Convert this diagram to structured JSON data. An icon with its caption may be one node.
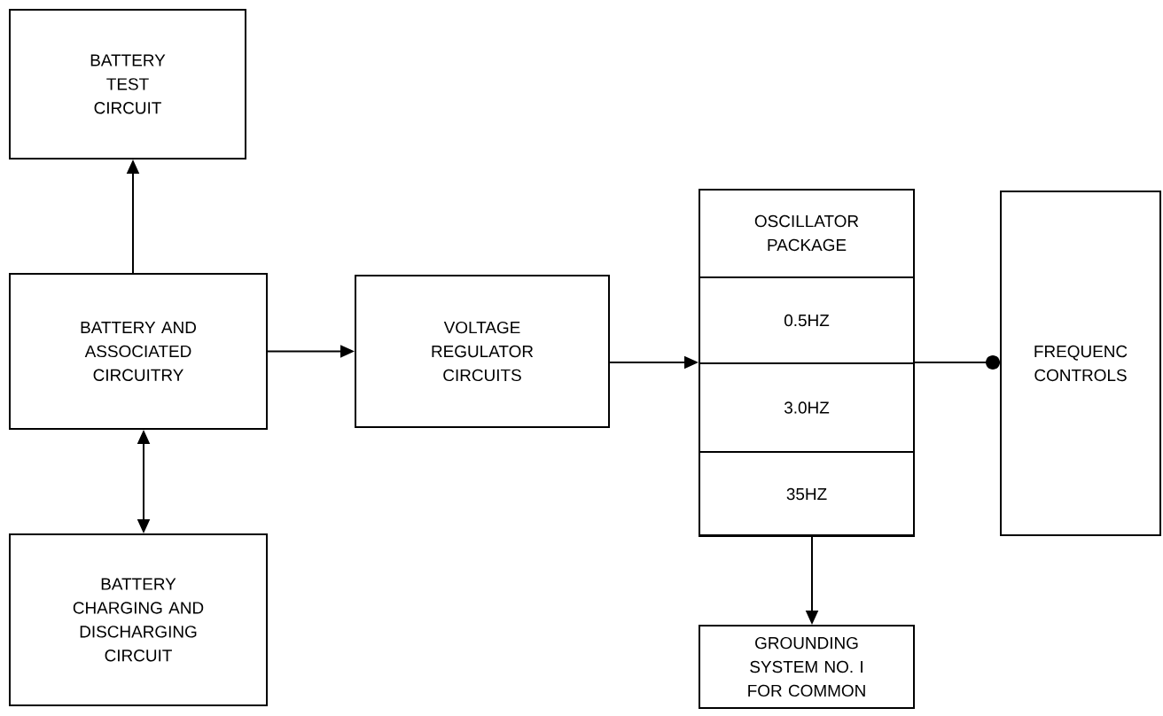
{
  "diagram": {
    "nodes": [
      {
        "text": [
          "BATTERY TEST CIRCUIT"
        ]
      },
      {
        "text": [
          "BATTERY AND ASSOCIATED CIRCUITRY"
        ]
      },
      {
        "text": [
          "BATTERY CHARGING AND DISCHARGING CIRCUIT"
        ]
      },
      {
        "text": [
          "VOLTAGE REGULATOR CIRCUITS"
        ]
      },
      {
        "text": [
          "OSCILLATOR PACKAGE"
        ]
      },
      {
        "text": [
          "0.5HZ"
        ],
        "in": 4
      },
      {
        "text": [
          "3.0HZ"
        ],
        "in": 4
      },
      {
        "text": [
          "35HZ"
        ],
        "in": 4
      },
      {
        "text": [
          "FREQUENC CONTROLS"
        ]
      },
      {
        "text": [
          "GROUNDING SYSTEM NO. I FOR COMMON"
        ]
      }
    ],
    "edges": [
      {
        "from": 1,
        "to": 0,
        "arrow": "to"
      },
      {
        "from": 1,
        "to": 2,
        "arrow": "both"
      },
      {
        "from": 1,
        "to": 3,
        "arrow": "to"
      },
      {
        "from": 3,
        "to": 4,
        "arrow": "to"
      },
      {
        "from": 4,
        "to": 8,
        "arrow": "other"
      },
      {
        "from": 4,
        "to": 9,
        "arrow": "to"
      }
    ]
  }
}
